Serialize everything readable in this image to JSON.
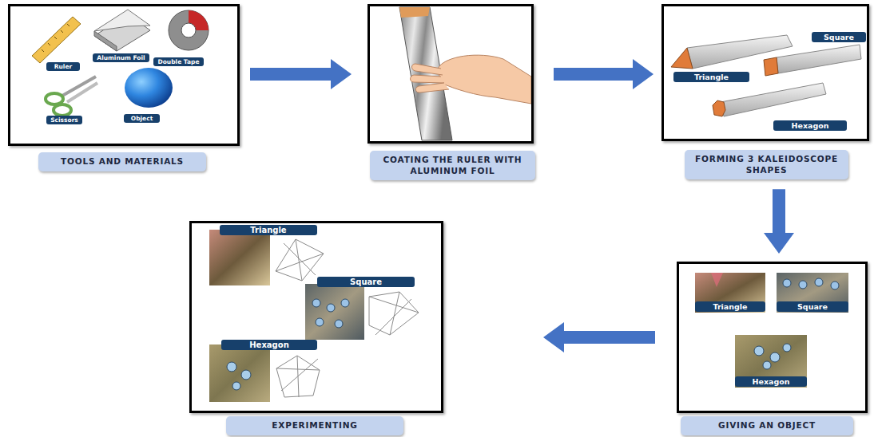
{
  "diagram": {
    "nodes": [
      {
        "text": [
          "TOOLS AND MATERIALS"
        ]
      },
      {
        "text": [
          "Ruler"
        ],
        "in": 0
      },
      {
        "text": [
          "Aluminum Foil"
        ],
        "in": 0
      },
      {
        "text": [
          "Double Tape"
        ],
        "in": 0
      },
      {
        "text": [
          "Scissors"
        ],
        "in": 0
      },
      {
        "text": [
          "Object"
        ],
        "in": 0
      },
      {
        "text": [
          "COATING THE RULER WITH ALUMINUM FOIL"
        ]
      },
      {
        "text": [
          "FORMING 3 KALEIDOSCOPE SHAPES"
        ]
      },
      {
        "text": [
          "Triangle"
        ],
        "in": 7
      },
      {
        "text": [
          "Square"
        ],
        "in": 7
      },
      {
        "text": [
          "Hexagon"
        ],
        "in": 7
      },
      {
        "text": [
          "EXPERIMENTING"
        ]
      },
      {
        "text": [
          "Triangle"
        ],
        "in": 11
      },
      {
        "text": [
          "Square"
        ],
        "in": 11
      },
      {
        "text": [
          "Hexagon"
        ],
        "in": 11
      },
      {
        "text": [
          "GIVING AN OBJECT"
        ]
      },
      {
        "text": [
          "Triangle"
        ],
        "in": 15
      },
      {
        "text": [
          "Square"
        ],
        "in": 15
      },
      {
        "text": [
          "Hexagon"
        ],
        "in": 15
      }
    ],
    "edges": [
      {
        "from": 0,
        "to": 6,
        "arrow": "to"
      },
      {
        "from": 6,
        "to": 7,
        "arrow": "to"
      },
      {
        "from": 7,
        "to": 15,
        "arrow": "to"
      },
      {
        "from": 15,
        "to": 11,
        "arrow": "to"
      }
    ]
  }
}
